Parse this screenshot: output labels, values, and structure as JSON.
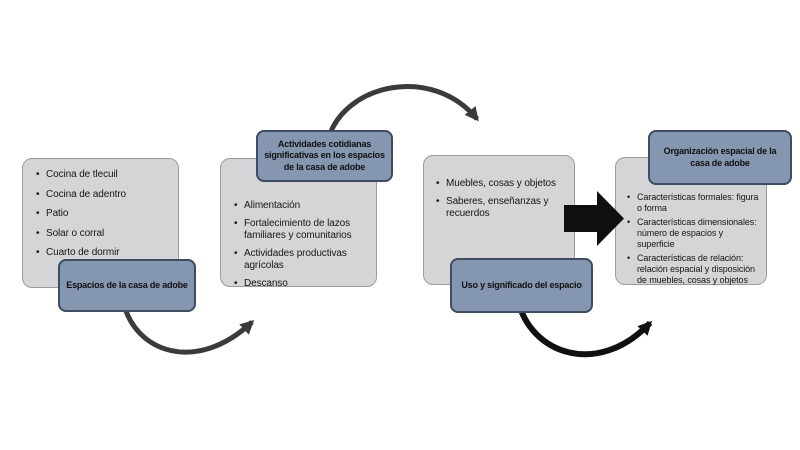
{
  "diagram": {
    "type": "process-flow-diagram",
    "colors": {
      "background": "#ffffff",
      "stage_box_fill": "#d5d5d7",
      "stage_box_border": "#9c9c9c",
      "label_fill": "#8496b0",
      "label_border": "#3e4c62",
      "arrow_gray": "#3b3b3b",
      "arrow_black": "#101010",
      "text": "#161616"
    },
    "stages": [
      {
        "label": "Espacios de la casa de adobe",
        "items": [
          "Cocina de tlecuil",
          "Cocina de adentro",
          "Patio",
          "Solar o corral",
          "Cuarto de dormir"
        ]
      },
      {
        "label": "Actividades cotidianas significativas en los espacios de la casa de adobe",
        "items": [
          "Alimentación",
          "Fortalecimiento de lazos familiares y comunitarios",
          "Actividades productivas agrícolas",
          "Descanso"
        ]
      },
      {
        "label": "Uso y significado del espacio",
        "items": [
          "Muebles, cosas y objetos",
          "Saberes, enseñanzas y recuerdos"
        ]
      },
      {
        "label": "Organización espacial de la casa de adobe",
        "items": [
          "Características formales: figura o forma",
          "Características dimensionales: número de espacios y superficie",
          "Características de relación: relación espacial y disposición de muebles, cosas y objetos"
        ]
      }
    ]
  }
}
